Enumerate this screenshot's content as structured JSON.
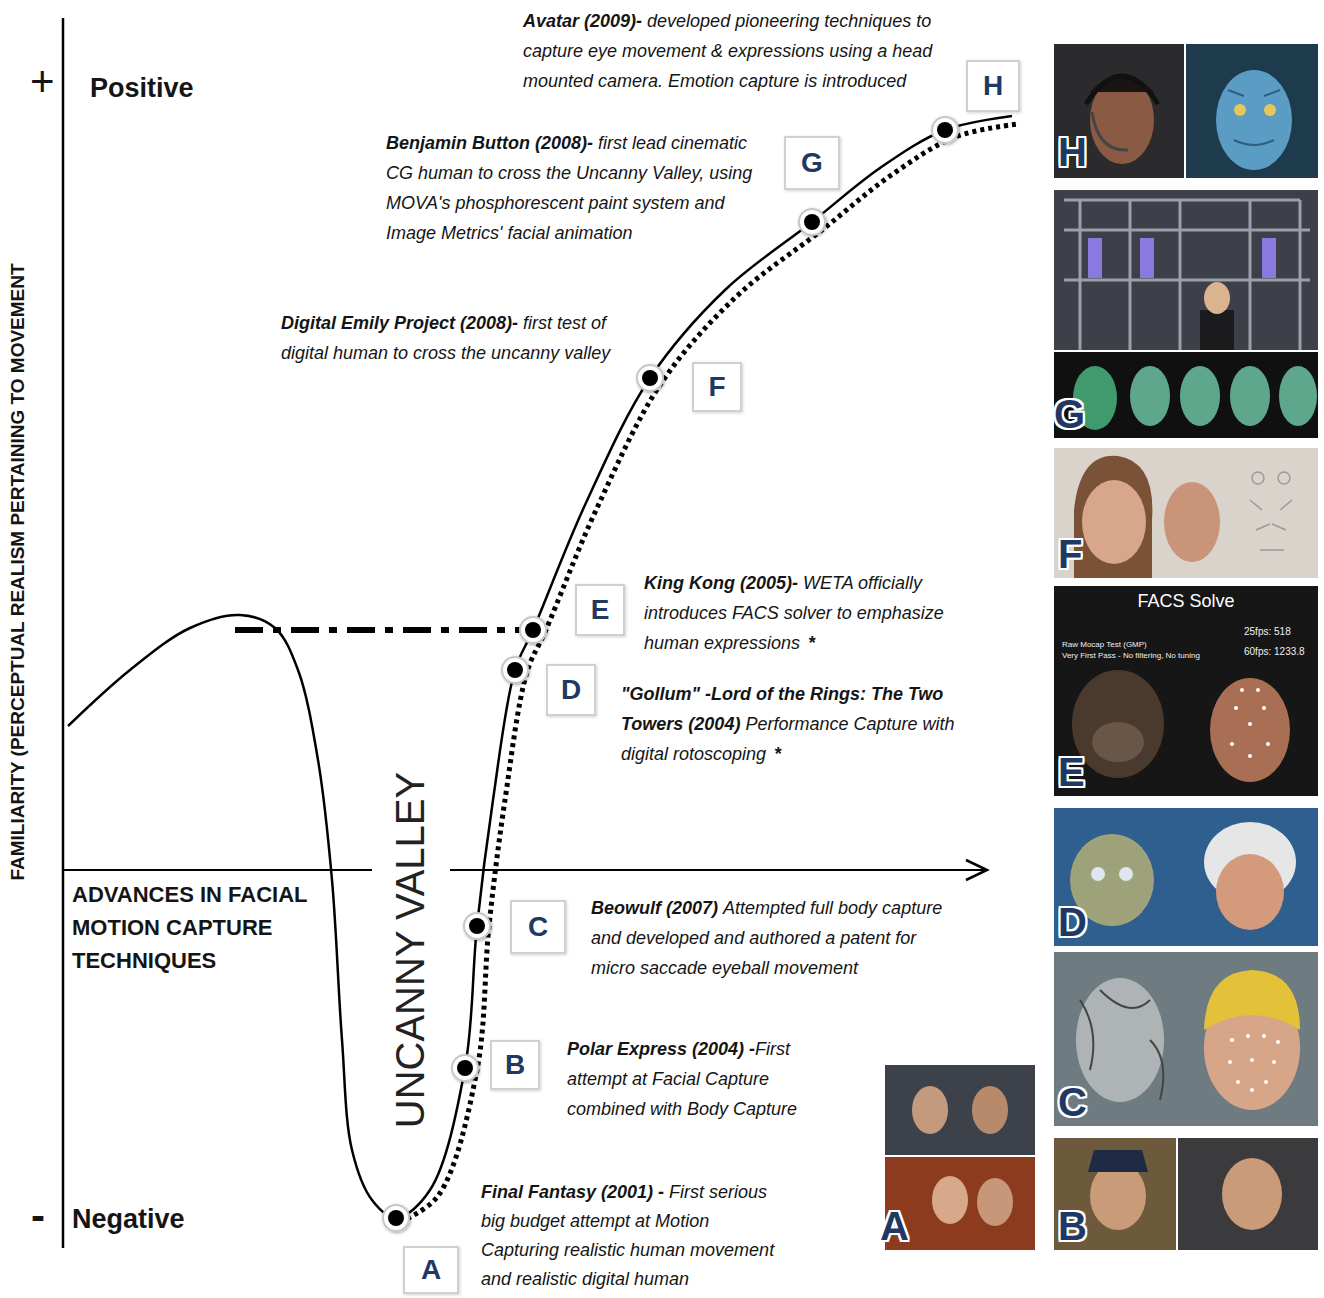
{
  "diagram": {
    "nodes": [
      {
        "text": [
          "H"
        ]
      },
      {
        "text": [
          "G"
        ]
      },
      {
        "text": [
          "F"
        ]
      },
      {
        "text": [
          "E"
        ]
      },
      {
        "text": [
          "D"
        ]
      },
      {
        "text": [
          "C"
        ]
      },
      {
        "text": [
          "B"
        ]
      },
      {
        "text": [
          "A"
        ]
      }
    ],
    "labels": [
      "+",
      "Positive",
      "-",
      "Negative",
      "FAMILIARITY (PERCEPTUAL REALISM PERTAINING TO MOVEMENT",
      "ADVANCES IN FACIAL MOTION CAPTURE TECHNIQUES",
      "UNCANNY VALLEY",
      "Avatar (2009)-",
      "developed pioneering techniques to capture eye movement & expressions using a head mounted camera. Emotion capture is introduced",
      "Benjamin Button (2008)-",
      "first lead cinematic CG human to cross the Uncanny Valley, using MOVA's phosphorescent paint system and Image Metrics' facial animation",
      "Digital Emily Project (2008)-",
      "first test of digital human to cross the uncanny valley",
      "King Kong (2005)-",
      "WETA officially introduces FACS solver to emphasize human expressions",
      "*",
      "\"Gollum\" -Lord of the Rings: The Two Towers (2004)",
      "Performance Capture with digital rotoscoping",
      "*",
      "Beowulf (2007)",
      "Attempted full body capture and developed and authored a patent for micro saccade eyeball movement",
      "Polar Express (2004) -",
      "First attempt at Facial Capture combined with Body Capture",
      "Final Fantasy (2001) -",
      "First serious big budget attempt at Motion Capturing realistic human movement and realistic digital human",
      "H",
      "G",
      "F",
      "FACS Solve",
      "Raw Mocap Test (GMP)",
      "Very First Pass - No filtering, No tuning",
      "25fps: 518",
      "60fps: 1233.8",
      "E",
      "D",
      "C",
      "A",
      "B"
    ]
  }
}
